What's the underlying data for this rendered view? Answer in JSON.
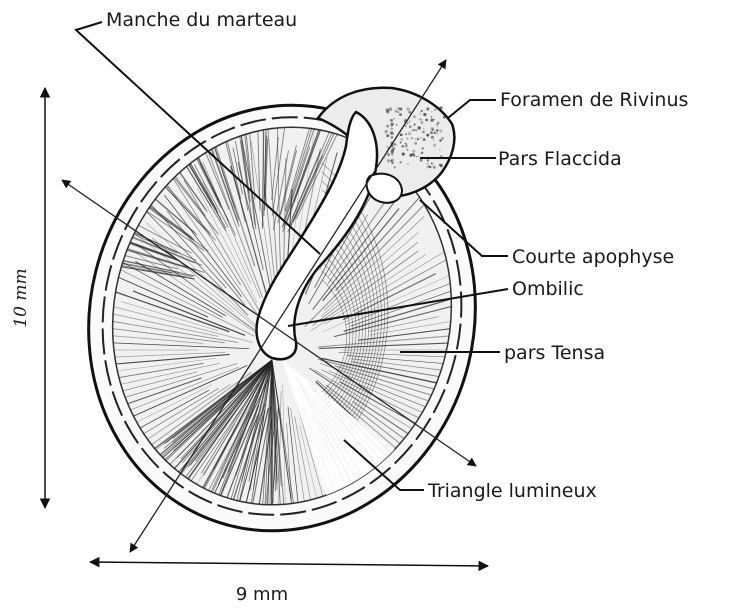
{
  "labels": {
    "manche": "Manche du marteau",
    "foramen": "Foramen de Rivinus",
    "flaccida": "Pars Flaccida",
    "courte": "Courte apophyse",
    "ombilic": "Ombilic",
    "tensa": "pars Tensa",
    "triangle": "Triangle lumineux"
  },
  "dimensions": {
    "height": "10 mm",
    "width": "9 mm"
  }
}
